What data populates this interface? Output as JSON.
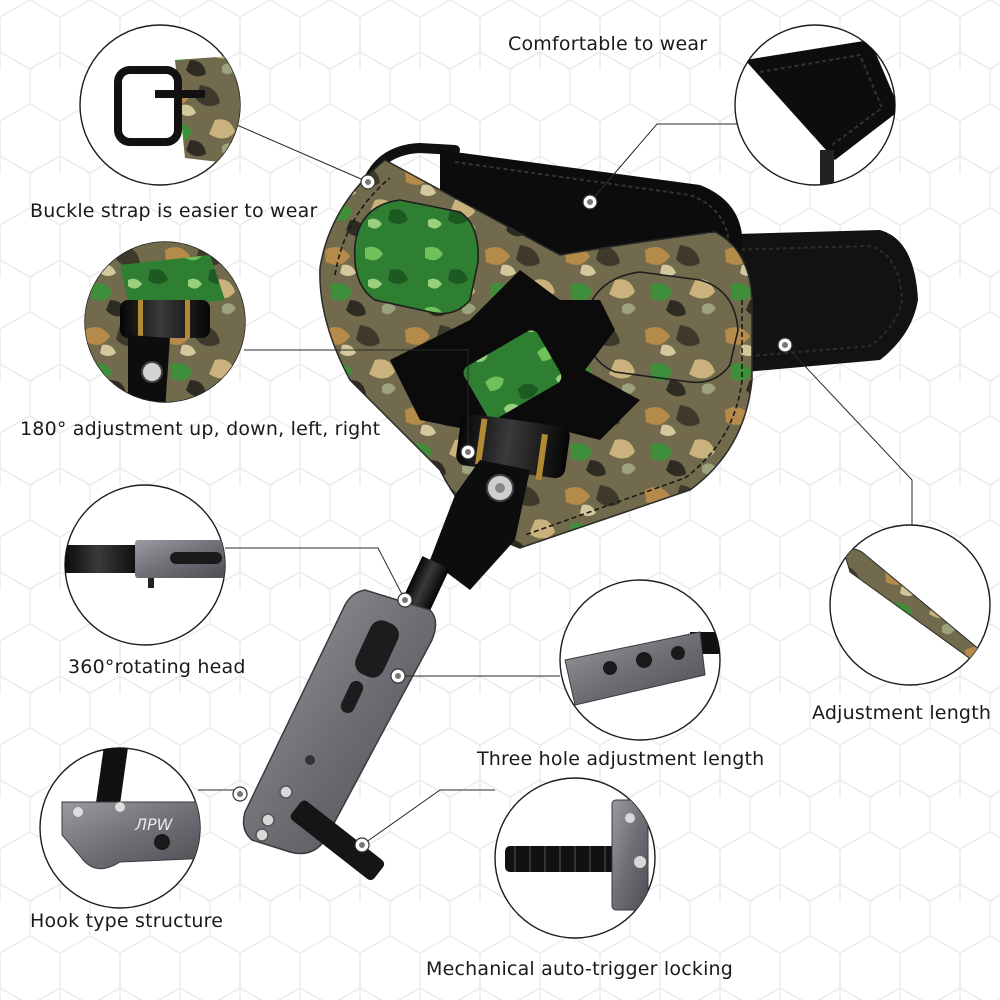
{
  "labels": {
    "comfortable": "Comfortable to wear",
    "buckle": "Buckle strap is easier to wear",
    "adjust180": "180° adjustment up, down, left, right",
    "rotating360": "360°rotating head",
    "adjustLength": "Adjustment length",
    "threeHole": "Three hole adjustment length",
    "hook": "Hook type structure",
    "autoTrigger": "Mechanical auto-trigger locking"
  },
  "brand_mark": "ЛРW",
  "colors": {
    "hex_grid": "#ececec",
    "camo_base": "#6f6a4c",
    "camo_green": "#3f8f3a",
    "camo_tan": "#b68a4a",
    "neoprene": "#121212",
    "gunmetal": "#7a7a7e",
    "anodized_black": "#101010"
  }
}
